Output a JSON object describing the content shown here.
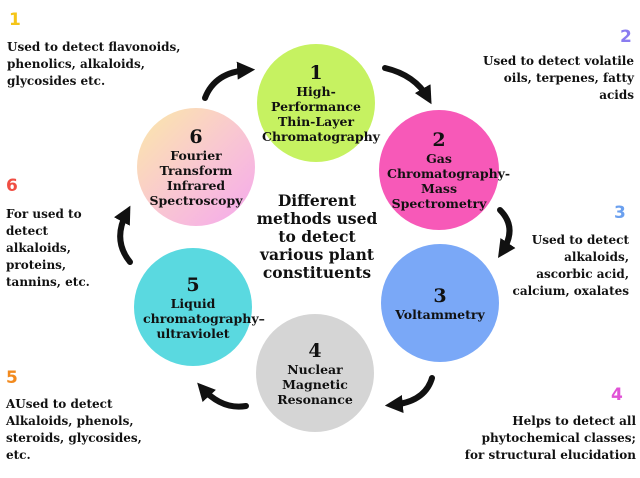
{
  "center_title": "Different methods used to detect various plant constituents",
  "methods": [
    {
      "number": "1",
      "name": "High-Performance Thin-Layer Chromatography",
      "side_number": "1",
      "side_text": "Used to detect flavonoids, phenolics, alkaloids, glycosides etc.",
      "color": "#c6f261",
      "num_color": "#f5c518"
    },
    {
      "number": "2",
      "name": "Gas Chromatography-Mass Spectrometry",
      "side_number": "2",
      "side_text": "Used to detect volatile oils, terpenes, fatty acids",
      "color": "#f759b8",
      "num_color": "#8a7cf0"
    },
    {
      "number": "3",
      "name": "Voltammetry",
      "side_number": "3",
      "side_text": "Used to detect alkaloids, ascorbic acid, calcium, oxalates",
      "color": "#7aa8f7",
      "num_color": "#6ba0ef"
    },
    {
      "number": "4",
      "name": "Nuclear Magnetic Resonance",
      "side_number": "4",
      "side_text": "Helps to detect all phytochemical classes; for structural elucidation",
      "color": "#d5d5d5",
      "num_color": "#e052d6"
    },
    {
      "number": "5",
      "name": "Liquid chromatography–ultraviolet",
      "side_number": "5",
      "side_text": "AUsed to detect Alkaloids, phenols, steroids, glycosides, etc.",
      "color": "#5ad9e0",
      "num_color": "#f28a1e"
    },
    {
      "number": "6",
      "name": "Fourier Transform Infrared Spectroscopy",
      "side_number": "6",
      "side_text": "For used to detect alkaloids, proteins, tannins, etc.",
      "color": "#f7c6d8",
      "num_color": "#f04e43"
    }
  ]
}
